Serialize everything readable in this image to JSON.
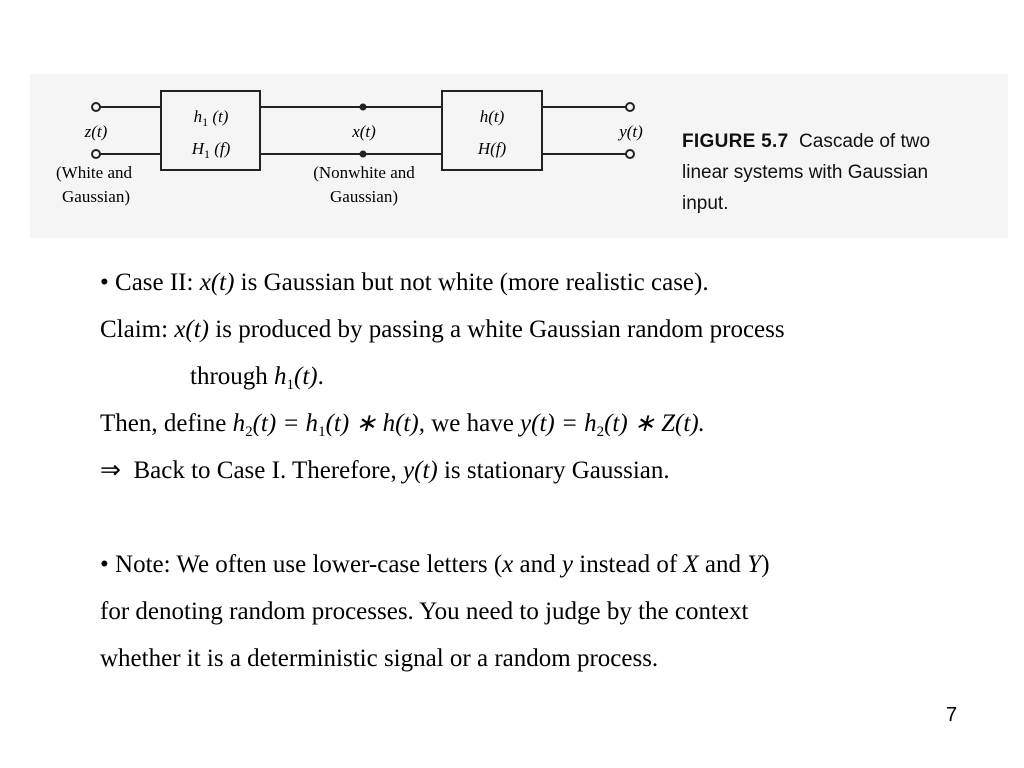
{
  "figure": {
    "caption_label": "FIGURE 5.7",
    "caption_text_1": "Cascade of two",
    "caption_text_2": "linear systems with Gaussian",
    "caption_text_3": "input.",
    "input_signal": "z(t)",
    "input_desc_1": "(White and",
    "input_desc_2": "Gaussian)",
    "block1_top": "h1 (t)",
    "block1_bottom": "H1 (f)",
    "mid_signal": "x(t)",
    "mid_desc_1": "(Nonwhite and",
    "mid_desc_2": "Gaussian)",
    "block2_top": "h(t)",
    "block2_bottom": "H(f)",
    "output_signal": "y(t)"
  },
  "body": {
    "case2": {
      "bullet": "•",
      "lead": "Case II:",
      "var": "x(t)",
      "rest": "is Gaussian but not white (more realistic case)."
    },
    "claim": {
      "lead": "Claim:",
      "var": "x(t)",
      "rest": "is produced by passing a white Gaussian random process"
    },
    "through": {
      "lead": "through",
      "var": "h1(t)",
      "tail": "."
    },
    "then": {
      "lead": "Then, define",
      "eq1": "h2(t) = h1(t) ∗ h(t),",
      "mid": "we have",
      "eq2": "y(t) = h2(t) ∗ Z(t)."
    },
    "back": {
      "arrow": "⇒",
      "lead": "Back to Case I. Therefore,",
      "var": "y(t)",
      "rest": "is stationary Gaussian."
    },
    "note": {
      "bullet": "•",
      "lead": "Note: We often use lower-case letters (",
      "x": "x",
      "and1": "and",
      "y": "y",
      "instead": "instead of",
      "X": "X",
      "and2": "and",
      "Y": "Y",
      "close": ")"
    },
    "note2": "for denoting random processes. You need to judge by the context",
    "note3": "whether it is a deterministic signal or a random process."
  },
  "page_number": "7"
}
